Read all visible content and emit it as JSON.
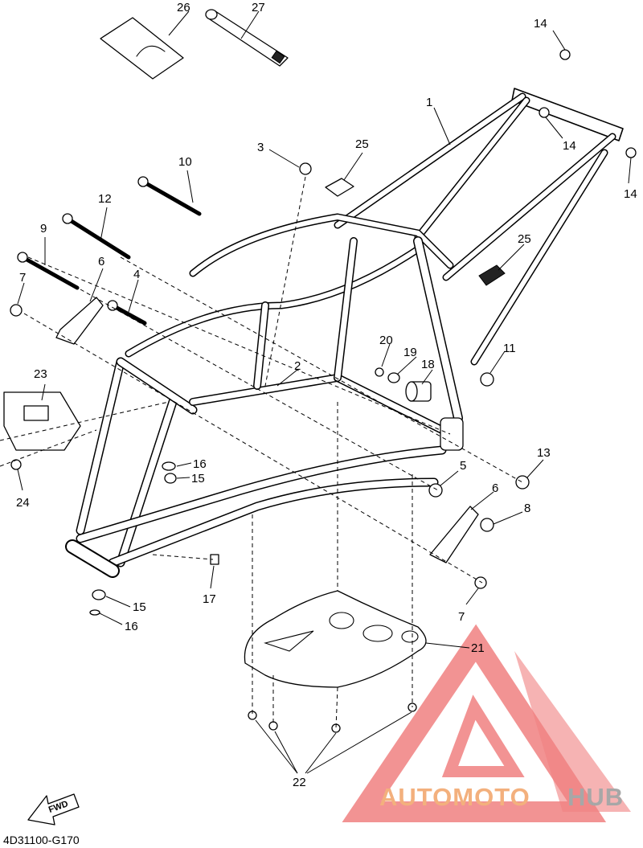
{
  "diagram_code": "4D31100-G170",
  "fwd_label": "FWD",
  "watermark": {
    "part1": "AUTOMOTO",
    "part2": "HUB",
    "color_logo": "#f08080",
    "color_text1": "#f3b07d",
    "color_text2": "#a7a7a7"
  },
  "callouts": {
    "c1": "1",
    "c2": "2",
    "c3": "3",
    "c4": "4",
    "c5": "5",
    "c6a": "6",
    "c6b": "6",
    "c7a": "7",
    "c7b": "7",
    "c8": "8",
    "c9": "9",
    "c10": "10",
    "c11": "11",
    "c12": "12",
    "c13": "13",
    "c14a": "14",
    "c14b": "14",
    "c14c": "14",
    "c15a": "15",
    "c15b": "15",
    "c16a": "16",
    "c16b": "16",
    "c17": "17",
    "c18": "18",
    "c19": "19",
    "c20": "20",
    "c21": "21",
    "c22": "22",
    "c23": "23",
    "c24": "24",
    "c25a": "25",
    "c25b": "25",
    "c26": "26",
    "c27": "27"
  }
}
